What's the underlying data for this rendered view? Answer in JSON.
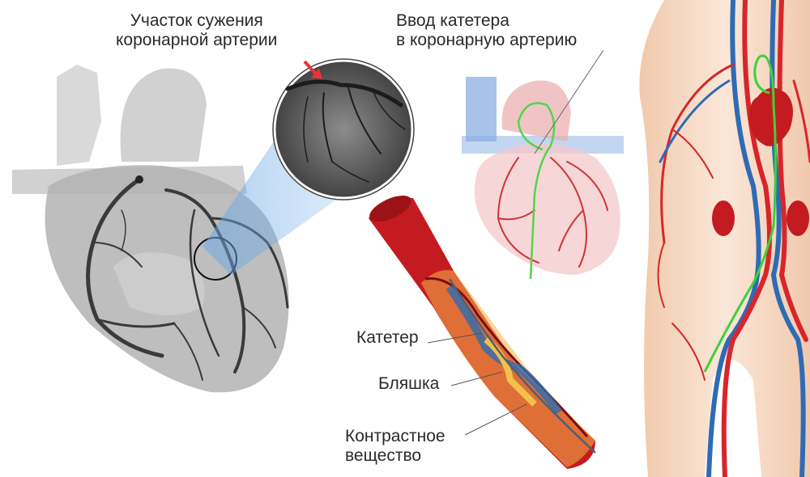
{
  "labels": {
    "stenosis_site": [
      "Участок сужения",
      "коронарной артерии"
    ],
    "catheter_insertion": [
      "Ввод катетера",
      "в коронарную артерию"
    ],
    "catheter": "Катетер",
    "plaque": "Бляшка",
    "contrast_agent": [
      "Контрастное",
      "вещество"
    ]
  },
  "colors": {
    "artery_red": "#d7262b",
    "vein_blue": "#2f6bb5",
    "catheter_green": "#3fd13a",
    "skin": "#f6dcc7",
    "xray_gray": "#9a9a9a",
    "plaque_yellow": "#f2c14a"
  }
}
